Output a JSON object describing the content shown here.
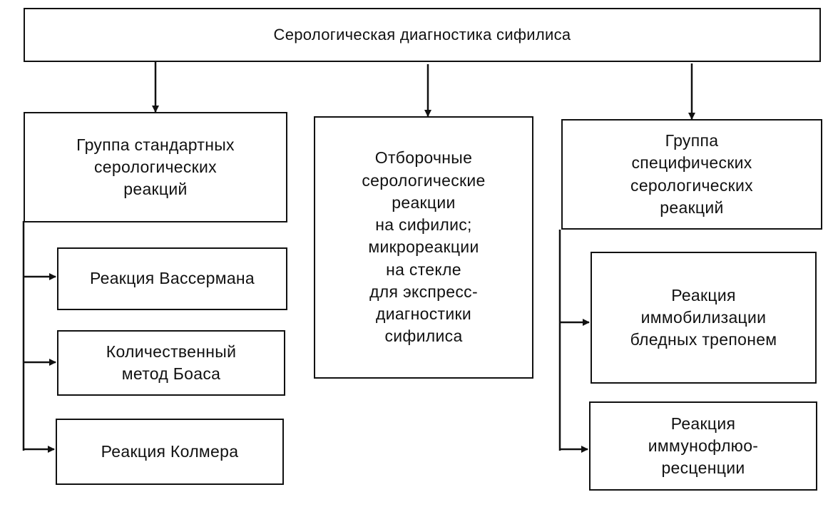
{
  "root": {
    "title": "Серологическая диагностика сифилиса"
  },
  "left": {
    "header": "Группа стандартных\nсерологических\nреакций",
    "items": [
      "Реакция Вассермана",
      "Количественный\nметод Боаса",
      "Реакция Колмера"
    ]
  },
  "center": {
    "header": "Отборочные\nсерологические\nреакции\nна сифилис;\nмикрореакции\nна стекле\nдля экспресс-\nдиагностики\nсифилиса"
  },
  "right": {
    "header": "Группа\nспецифических\nсерологических\nреакций",
    "items": [
      "Реакция\nиммобилизации\nбледных трепонем",
      "Реакция\nиммунофлюо-\nресценции"
    ]
  }
}
